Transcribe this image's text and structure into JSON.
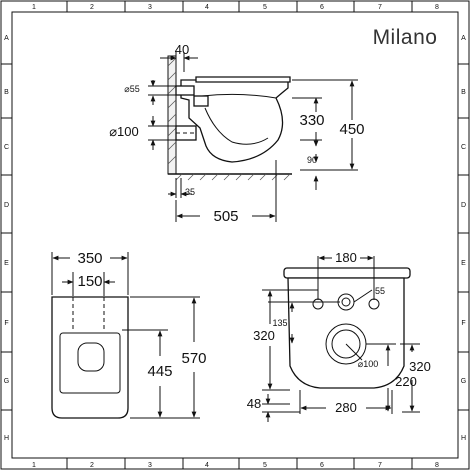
{
  "brand": "Milano",
  "grid": {
    "columns": [
      "1",
      "2",
      "3",
      "4",
      "5",
      "6",
      "7",
      "8"
    ],
    "rows": [
      "A",
      "B",
      "C",
      "D",
      "E",
      "F",
      "G",
      "H"
    ]
  },
  "side_view": {
    "wall_gap": "40",
    "waste_small": "⌀55",
    "waste_large": "⌀100",
    "outlet_height": "330",
    "total_height": "450",
    "floor_clearance": "90",
    "projection_offset": "35",
    "projection": "505"
  },
  "top_view": {
    "width": "350",
    "inner_width": "150",
    "inner_length": "445",
    "length": "570"
  },
  "back_view": {
    "fixing_spacing": "180",
    "inlet_dia": "55",
    "inlet_height": "135",
    "left_height": "320",
    "outlet_dia": "⌀100",
    "right_height": "320",
    "outlet_height": "220",
    "floor_offset": "48",
    "base_width": "280"
  }
}
